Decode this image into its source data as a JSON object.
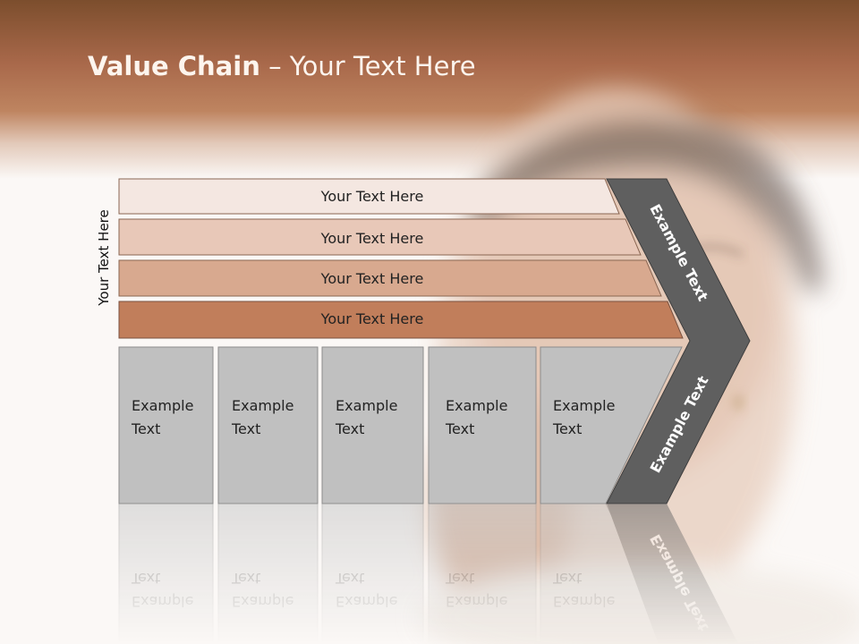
{
  "slide": {
    "title_bold": "Value Chain",
    "title_rest": "– Your Text Here",
    "side_label": "Your Text Here",
    "bands": [
      {
        "label": "Your Text Here",
        "color": "#f4e7e1"
      },
      {
        "label": "Your Text Here",
        "color": "#e8c8b8"
      },
      {
        "label": "Your Text Here",
        "color": "#d8a98f"
      },
      {
        "label": "Your Text Here",
        "color": "#c17e5b"
      }
    ],
    "boxes": [
      {
        "line1": "Example",
        "line2": "Text"
      },
      {
        "line1": "Example",
        "line2": "Text"
      },
      {
        "line1": "Example",
        "line2": "Text"
      },
      {
        "line1": "Example",
        "line2": "Text"
      },
      {
        "line1": "Example",
        "line2": "Text"
      }
    ],
    "chevron_top_label": "Example Text",
    "chevron_bottom_label": "Example Text"
  },
  "colors": {
    "header_accent": "#a8684a",
    "box_fill": "#c0c0c0",
    "chevron_fill": "#5f5f5f"
  }
}
